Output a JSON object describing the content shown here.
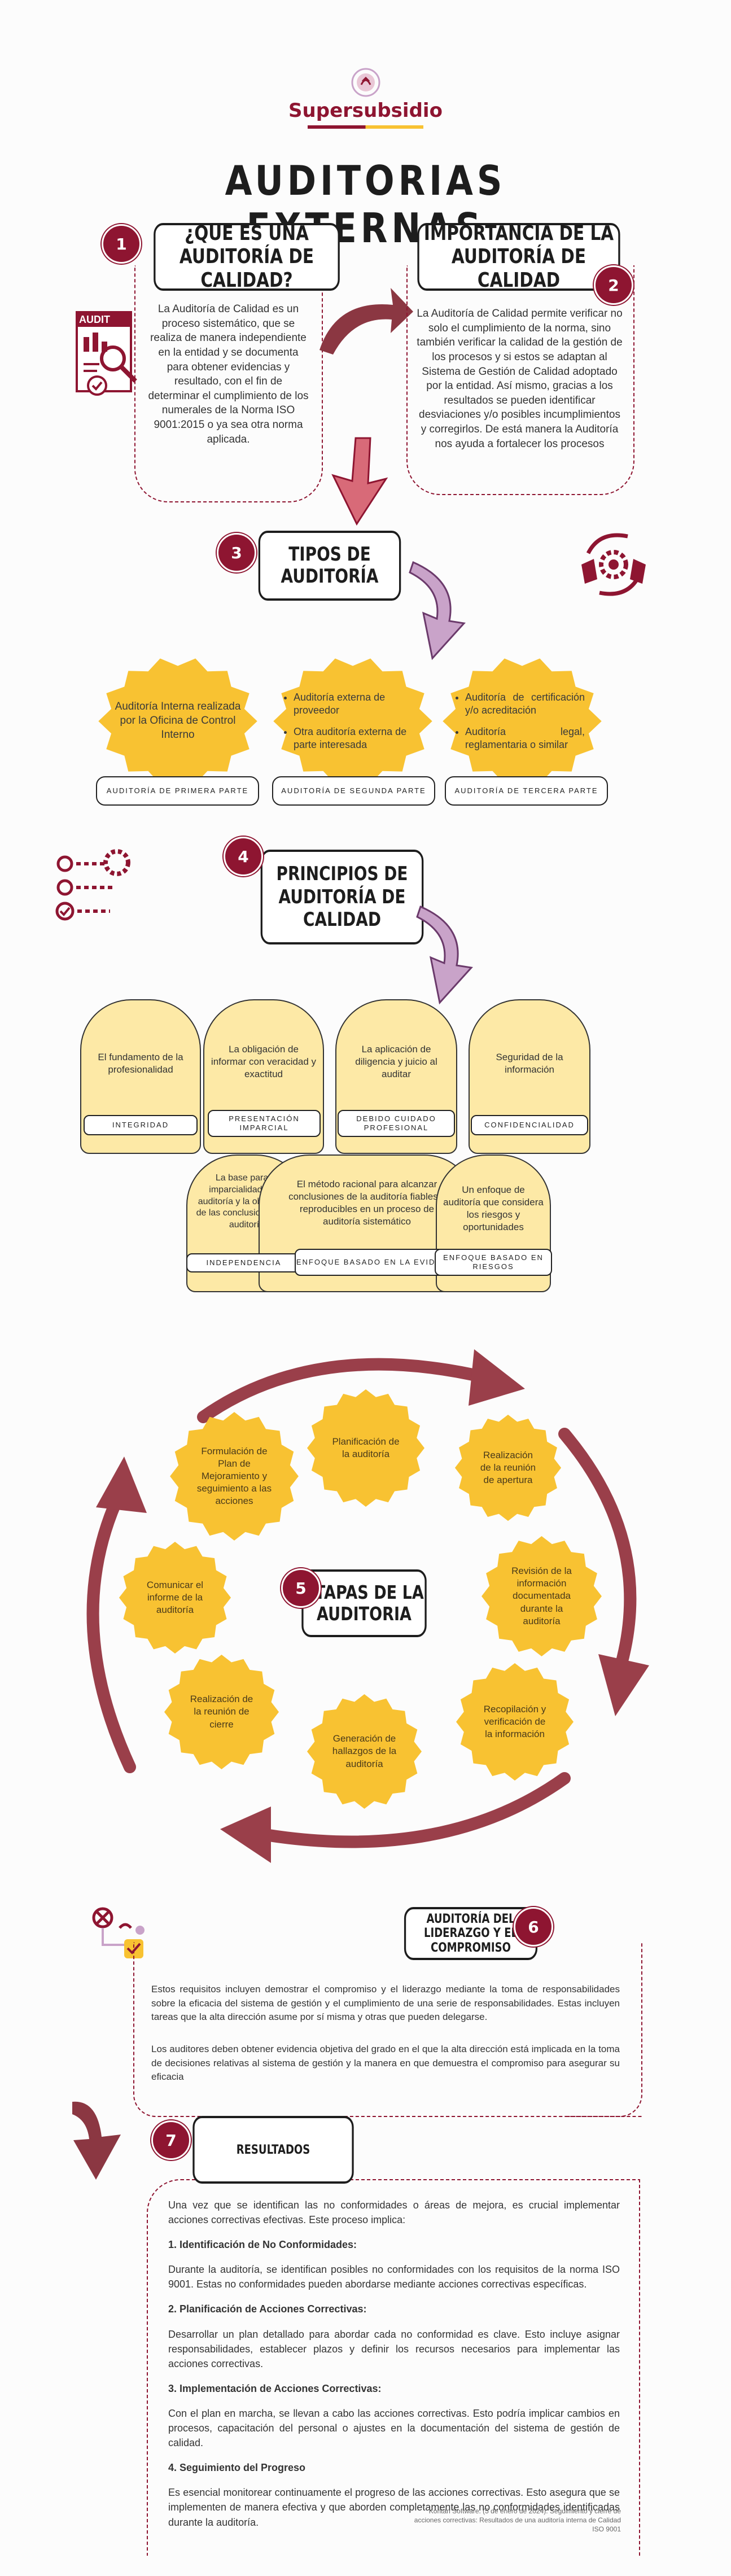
{
  "header": {
    "brand": "Supersubsidio"
  },
  "page_title": "AUDITORIAS EXTERNAS",
  "section1": {
    "num": "1",
    "title": "¿QUE ES UNA AUDITORÍA DE CALIDAD?",
    "icon_label": "AUDIT",
    "body": "La Auditoría de Calidad es un proceso sistemático, que se realiza de manera independiente en la entidad y se documenta para obtener evidencias y resultado, con el fin de determinar el cumplimiento de los numerales de la Norma ISO 9001:2015 o ya sea otra norma aplicada."
  },
  "section2": {
    "num": "2",
    "title": "IMPORTANCIA DE LA AUDITORÍA DE CALIDAD",
    "body": "La Auditoría de Calidad permite verificar no solo el cumplimiento de la norma, sino también verificar la calidad de la gestión de los procesos y si estos se adaptan al Sistema de Gestión de Calidad adoptado por la entidad. Así mismo, gracias a los resultados se pueden identificar desviaciones y/o posibles incumplimientos y corregirlos. De está manera la Auditoría nos ayuda  a fortalecer los procesos"
  },
  "section3": {
    "num": "3",
    "title": "TIPOS DE AUDITORÍA",
    "types": [
      {
        "text": "Auditoría Interna realizada por la Oficina de Control Interno",
        "label": "AUDITORÍA DE PRIMERA PARTE"
      },
      {
        "bullets": [
          "Auditoría externa de proveedor",
          "Otra auditoría externa de parte interesada"
        ],
        "label": "AUDITORÍA DE SEGUNDA PARTE"
      },
      {
        "bullets": [
          "Auditoría de certificación y/o acreditación",
          "Auditoría legal, reglamentaria o similar"
        ],
        "label": "AUDITORÍA DE TERCERA PARTE"
      }
    ]
  },
  "section4": {
    "num": "4",
    "title": "PRINCIPIOS DE AUDITORÍA DE CALIDAD",
    "principles": [
      {
        "text": "El fundamento de la profesionalidad",
        "label": "INTEGRIDAD"
      },
      {
        "text": "La obligación de informar con veracidad y exactitud",
        "label": "PRESENTACIÓN IMPARCIAL"
      },
      {
        "text": "La aplicación de diligencia y juicio al auditar",
        "label": "DEBIDO CUIDADO PROFESIONAL"
      },
      {
        "text": "Seguridad de la información",
        "label": "CONFIDENCIALIDAD"
      },
      {
        "text": "La base para la imparcialidad de la auditoría y la objetividad de las conclusiones de la auditoría",
        "label": "INDEPENDENCIA"
      },
      {
        "text": "El método racional para alcanzar conclusiones de la auditoría fiables y reproducibles en un proceso de auditoría sistemático",
        "label": "ENFOQUE BASADO EN LA EVIDENCIA"
      },
      {
        "text": "Un enfoque de auditoría que considera los riesgos y oportunidades",
        "label": "ENFOQUE BASADO EN RIESGOS"
      }
    ]
  },
  "section5": {
    "num": "5",
    "title": "ETAPAS DE LA AUDITORIA",
    "stages": [
      "Planificación de la auditoría",
      "Realización de la reunión de apertura",
      "Revisión de la información documentada durante la auditoría",
      "Recopilación y verificación de la información",
      "Generación de hallazgos de la auditoría",
      "Realización de la reunión de cierre",
      "Comunicar el informe de la auditoría",
      "Formulación de Plan de Mejoramiento y seguimiento a las acciones"
    ]
  },
  "section6": {
    "num": "6",
    "title": "AUDITORÍA DEL LIDERAZGO Y EL COMPROMISO",
    "p1": "Estos requisitos incluyen demostrar el compromiso y el liderazgo mediante la toma de responsabilidades sobre la eficacia del sistema de gestión y el cumplimiento de una serie de responsabilidades. Estas incluyen tareas que la alta dirección asume por sí misma y otras que pueden delegarse.",
    "p2": "Los auditores deben obtener evidencia objetiva del grado en el que la alta dirección está implicada en la toma de decisiones relativas al sistema de gestión y la manera en que demuestra el compromiso para asegurar su eficacia"
  },
  "section7": {
    "num": "7",
    "title": "RESULTADOS",
    "intro": "Una vez que se identifican las no conformidades o áreas de mejora, es crucial implementar acciones correctivas efectivas. Este proceso implica:",
    "items": [
      {
        "heading": "1. Identificación de No Conformidades:",
        "text": "Durante la auditoría, se identifican posibles no conformidades con los requisitos de la norma ISO 9001. Estas no conformidades pueden abordarse mediante acciones correctivas específicas."
      },
      {
        "heading": "2. Planificación de Acciones Correctivas:",
        "text": "Desarrollar un plan detallado para abordar cada no conformidad es clave. Esto incluye asignar responsabilidades, establecer plazos y definir los recursos necesarios para implementar las acciones correctivas."
      },
      {
        "heading": "3. Implementación de Acciones Correctivas:",
        "text": "Con el plan en marcha, se llevan a cabo las acciones correctivas. Esto podría implicar cambios en procesos, capacitación del personal o ajustes en la documentación del sistema de gestión de calidad."
      },
      {
        "heading": "4. Seguimiento del Progreso",
        "text": "Es esencial monitorear continuamente el progreso de las acciones correctivas. Esto asegura que se implementen de manera efectiva y que aborden completamente las no conformidades identificadas durante la auditoría."
      }
    ],
    "citation": "Kontan Software. (5 de enero de 2024). Seguimiento y cierre de acciones correctivas: Resultados de una auditoría interna de Calidad ISO 9001"
  },
  "colors": {
    "brand": "#8e1531",
    "accent_yellow": "#f8c232",
    "arch_fill": "#fde9a6",
    "mauve": "#c9a3c9"
  }
}
